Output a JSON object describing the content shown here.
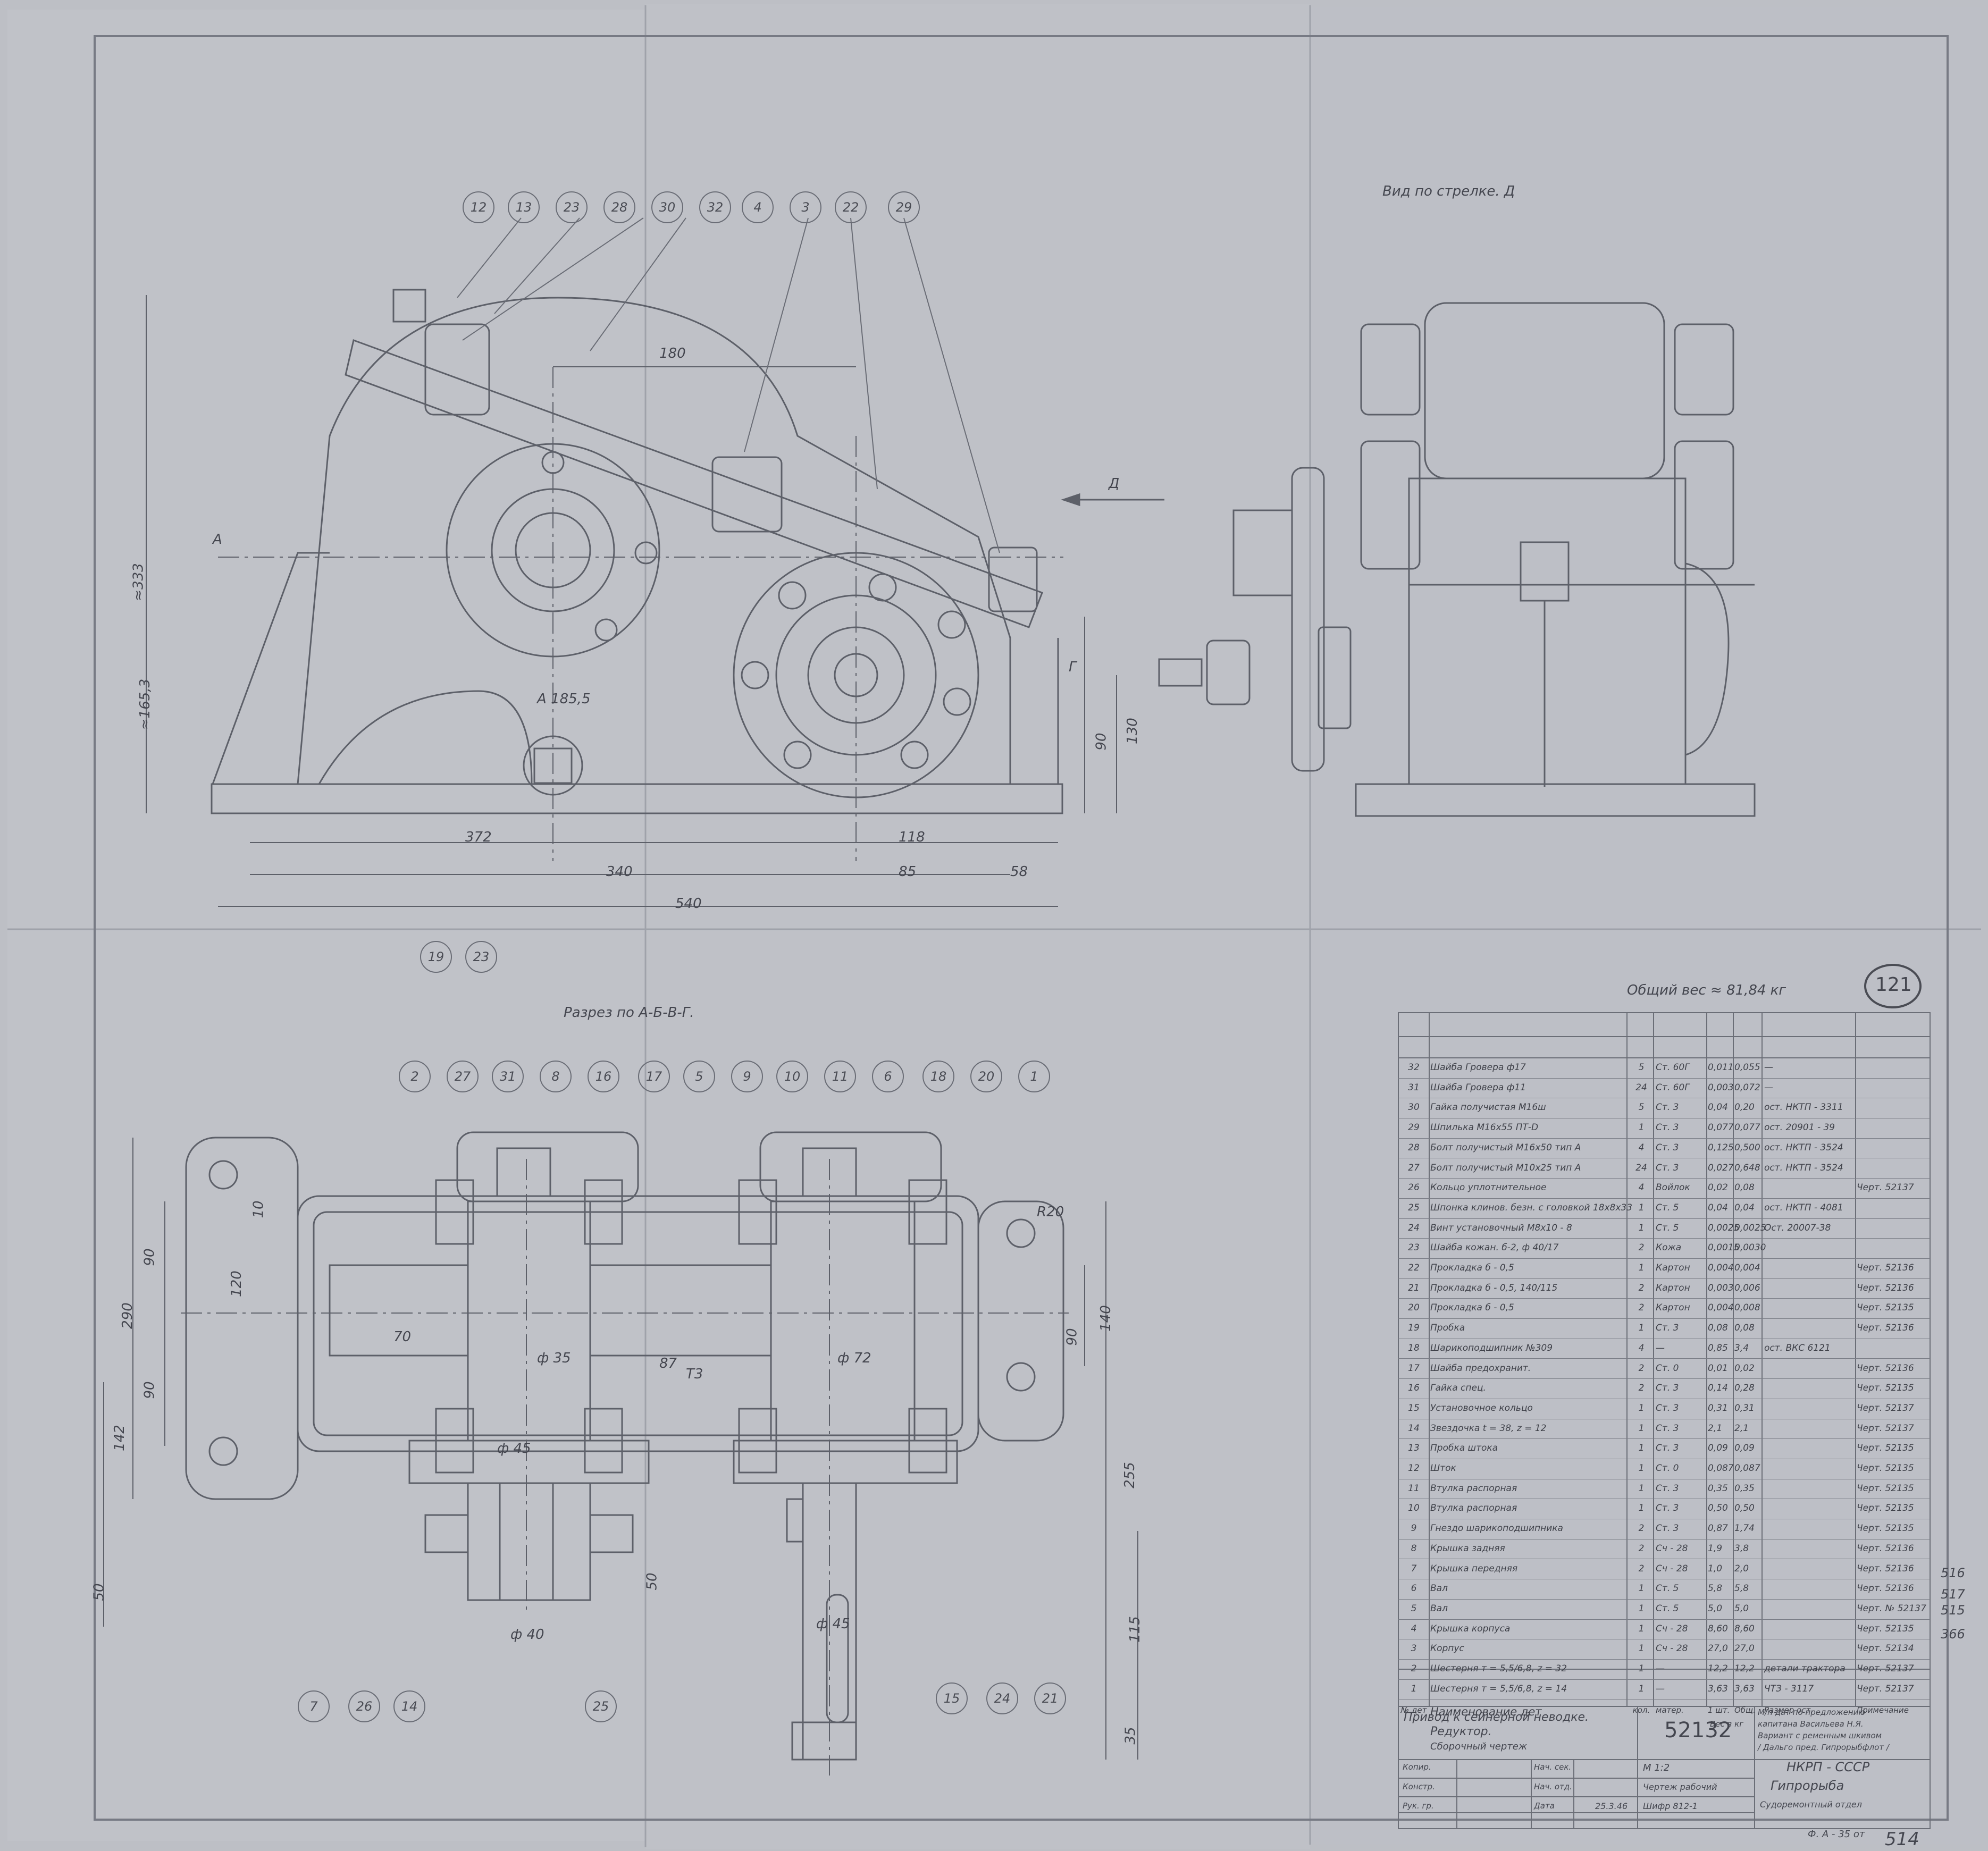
{
  "view_titles": {
    "arrow_view": "Вид по стрелке. Д",
    "section": "Разрез по А-Б-В-Г.",
    "section_marker_a": "А",
    "section_marker_g": "Г",
    "arrow_label": "Д",
    "total_weight": "Общий вес ≈ 81,84 кг",
    "sheet_number": "121"
  },
  "top_callouts": [
    "12",
    "13",
    "23",
    "28",
    "30",
    "32",
    "4",
    "3",
    "22",
    "29"
  ],
  "bottom_left_callouts": [
    "19",
    "23"
  ],
  "section_callouts": [
    "2",
    "27",
    "31",
    "8",
    "16",
    "17",
    "5",
    "9",
    "10",
    "11",
    "6",
    "18",
    "20",
    "1"
  ],
  "lower_callouts_left": [
    "7",
    "26",
    "14"
  ],
  "lower_callouts_mid": [
    "25"
  ],
  "lower_callouts_right": [
    "15",
    "24",
    "21"
  ],
  "dimensions": {
    "top_view": [
      "180",
      "≈333",
      "≈165,3",
      "А 185,5",
      "90",
      "130",
      "372",
      "118",
      "340",
      "85",
      "58",
      "540"
    ],
    "section_view": [
      "290",
      "90",
      "120",
      "10",
      "90",
      "142",
      "50",
      "70",
      "ф 35",
      "ф 45",
      "Т3",
      "87",
      "ф 72",
      "90",
      "140",
      "R20",
      "255",
      "50",
      "115",
      "35",
      "ф 40",
      "ф 45"
    ]
  },
  "spec_table": {
    "rows": [
      {
        "n": "32",
        "name": "Шайба Гровера ф17",
        "qty": "5",
        "mat": "Ст. 60Г",
        "w1": "0,011",
        "w2": "0,055",
        "size": "—",
        "note": ""
      },
      {
        "n": "31",
        "name": "Шайба Гровера ф11",
        "qty": "24",
        "mat": "Ст. 60Г",
        "w1": "0,003",
        "w2": "0,072",
        "size": "—",
        "note": ""
      },
      {
        "n": "30",
        "name": "Гайка получистая М16ш",
        "qty": "5",
        "mat": "Ст. 3",
        "w1": "0,04",
        "w2": "0,20",
        "size": "ост. НКТП - 3311",
        "note": ""
      },
      {
        "n": "29",
        "name": "Шпилька М16х55 ПТ-D",
        "qty": "1",
        "mat": "Ст. 3",
        "w1": "0,077",
        "w2": "0,077",
        "size": "ост. 20901 - 39",
        "note": ""
      },
      {
        "n": "28",
        "name": "Болт получистый М16х50 тип А",
        "qty": "4",
        "mat": "Ст. 3",
        "w1": "0,125",
        "w2": "0,500",
        "size": "ост. НКТП - 3524",
        "note": ""
      },
      {
        "n": "27",
        "name": "Болт получистый М10х25 тип А",
        "qty": "24",
        "mat": "Ст. 3",
        "w1": "0,027",
        "w2": "0,648",
        "size": "ост. НКТП - 3524",
        "note": ""
      },
      {
        "n": "26",
        "name": "Кольцо уплотнительное",
        "qty": "4",
        "mat": "Войлок",
        "w1": "0,02",
        "w2": "0,08",
        "size": "",
        "note": "Черт. 52137"
      },
      {
        "n": "25",
        "name": "Шпонка клинов. безн. с головкой 18х8х33",
        "qty": "1",
        "mat": "Ст. 5",
        "w1": "0,04",
        "w2": "0,04",
        "size": "ост. НКТП - 4081",
        "note": ""
      },
      {
        "n": "24",
        "name": "Винт установочный М8х10 - 8",
        "qty": "1",
        "mat": "Ст. 5",
        "w1": "0,0025",
        "w2": "0,0025",
        "size": "Ост. 20007-38",
        "note": ""
      },
      {
        "n": "23",
        "name": "Шайба кожан. б-2, ф 40/17",
        "qty": "2",
        "mat": "Кожа",
        "w1": "0,0015",
        "w2": "0,0030",
        "size": "",
        "note": ""
      },
      {
        "n": "22",
        "name": "Прокладка б - 0,5",
        "qty": "1",
        "mat": "Картон",
        "w1": "0,004",
        "w2": "0,004",
        "size": "",
        "note": "Черт. 52136"
      },
      {
        "n": "21",
        "name": "Прокладка б - 0,5, 140/115",
        "qty": "2",
        "mat": "Картон",
        "w1": "0,003",
        "w2": "0,006",
        "size": "",
        "note": "Черт. 52136"
      },
      {
        "n": "20",
        "name": "Прокладка б - 0,5",
        "qty": "2",
        "mat": "Картон",
        "w1": "0,004",
        "w2": "0,008",
        "size": "",
        "note": "Черт. 52135"
      },
      {
        "n": "19",
        "name": "Пробка",
        "qty": "1",
        "mat": "Ст. 3",
        "w1": "0,08",
        "w2": "0,08",
        "size": "",
        "note": "Черт. 52136"
      },
      {
        "n": "18",
        "name": "Шарикоподшипник №309",
        "qty": "4",
        "mat": "—",
        "w1": "0,85",
        "w2": "3,4",
        "size": "ост. ВКС 6121",
        "note": ""
      },
      {
        "n": "17",
        "name": "Шайба предохранит.",
        "qty": "2",
        "mat": "Ст. 0",
        "w1": "0,01",
        "w2": "0,02",
        "size": "",
        "note": "Черт. 52136"
      },
      {
        "n": "16",
        "name": "Гайка спец.",
        "qty": "2",
        "mat": "Ст. 3",
        "w1": "0,14",
        "w2": "0,28",
        "size": "",
        "note": "Черт. 52135"
      },
      {
        "n": "15",
        "name": "Установочное кольцо",
        "qty": "1",
        "mat": "Ст. 3",
        "w1": "0,31",
        "w2": "0,31",
        "size": "",
        "note": "Черт. 52137"
      },
      {
        "n": "14",
        "name": "Звездочка t = 38, z = 12",
        "qty": "1",
        "mat": "Ст. 3",
        "w1": "2,1",
        "w2": "2,1",
        "size": "",
        "note": "Черт. 52137"
      },
      {
        "n": "13",
        "name": "Пробка штока",
        "qty": "1",
        "mat": "Ст. 3",
        "w1": "0,09",
        "w2": "0,09",
        "size": "",
        "note": "Черт. 52135"
      },
      {
        "n": "12",
        "name": "Шток",
        "qty": "1",
        "mat": "Ст. 0",
        "w1": "0,087",
        "w2": "0,087",
        "size": "",
        "note": "Черт. 52135"
      },
      {
        "n": "11",
        "name": "Втулка распорная",
        "qty": "1",
        "mat": "Ст. 3",
        "w1": "0,35",
        "w2": "0,35",
        "size": "",
        "note": "Черт. 52135"
      },
      {
        "n": "10",
        "name": "Втулка распорная",
        "qty": "1",
        "mat": "Ст. 3",
        "w1": "0,50",
        "w2": "0,50",
        "size": "",
        "note": "Черт. 52135"
      },
      {
        "n": "9",
        "name": "Гнездо шарикоподшипника",
        "qty": "2",
        "mat": "Ст. 3",
        "w1": "0,87",
        "w2": "1,74",
        "size": "",
        "note": "Черт. 52135"
      },
      {
        "n": "8",
        "name": "Крышка задняя",
        "qty": "2",
        "mat": "Сч - 28",
        "w1": "1,9",
        "w2": "3,8",
        "size": "",
        "note": "Черт. 52136"
      },
      {
        "n": "7",
        "name": "Крышка передняя",
        "qty": "2",
        "mat": "Сч - 28",
        "w1": "1,0",
        "w2": "2,0",
        "size": "",
        "note": "Черт. 52136"
      },
      {
        "n": "6",
        "name": "Вал",
        "qty": "1",
        "mat": "Ст. 5",
        "w1": "5,8",
        "w2": "5,8",
        "size": "",
        "note": "Черт. 52136"
      },
      {
        "n": "5",
        "name": "Вал",
        "qty": "1",
        "mat": "Ст. 5",
        "w1": "5,0",
        "w2": "5,0",
        "size": "",
        "note": "Черт. № 52137"
      },
      {
        "n": "4",
        "name": "Крышка корпуса",
        "qty": "1",
        "mat": "Сч - 28",
        "w1": "8,60",
        "w2": "8,60",
        "size": "",
        "note": "Черт. 52135"
      },
      {
        "n": "3",
        "name": "Корпус",
        "qty": "1",
        "mat": "Сч - 28",
        "w1": "27,0",
        "w2": "27,0",
        "size": "",
        "note": "Черт. 52134"
      },
      {
        "n": "2",
        "name": "Шестерня т = 5,5/6,8, z = 32",
        "qty": "1",
        "mat": "—",
        "w1": "12,2",
        "w2": "12,2",
        "size": "детали трактора",
        "note": "Черт. 52137"
      },
      {
        "n": "1",
        "name": "Шестерня т = 5,5/6,8, z = 14",
        "qty": "1",
        "mat": "—",
        "w1": "3,63",
        "w2": "3,63",
        "size": "ЧТЗ - 3117",
        "note": "Черт. 52137"
      }
    ],
    "header": {
      "n": "№ дет",
      "name": "Наименование дет",
      "qty": "кол.",
      "mat": "матер.",
      "w1": "1 шт.",
      "w2": "Общ.",
      "w_caption": "Вес в кг",
      "size": "Размер ост.",
      "note": "Примечание"
    }
  },
  "margin_notes": [
    "516",
    "517",
    "515",
    "366"
  ],
  "title_block": {
    "name_line1": "Привод к сейнерной неводке.",
    "name_line2": "Редуктор.",
    "name_line3": "Сборочный чертеж",
    "drawing_no": "52132",
    "basis_line1": "М/п дат по предложению",
    "basis_line2": "капитана Васильева Н.Я.",
    "basis_line3": "Вариант с ременным шкивом",
    "basis_line4": "/ Дальго пред. Гипрорыбфлот /",
    "scale": "М 1:2",
    "stage": "Чертеж рабочий",
    "order": "Шифр 812-1",
    "org_line1": "НКРП - СССР",
    "org_line2": "Гипрорыба",
    "org_line3": "Судоремонтный отдел",
    "roles": [
      "Копир.",
      "Констр.",
      "Рук. гр."
    ],
    "roles_right": [
      "Нач. сек.",
      "Нач. отд.",
      "Дата"
    ],
    "date": "25.3.46",
    "footer_format": "Ф. А - 35 от",
    "footer_num": "514"
  }
}
